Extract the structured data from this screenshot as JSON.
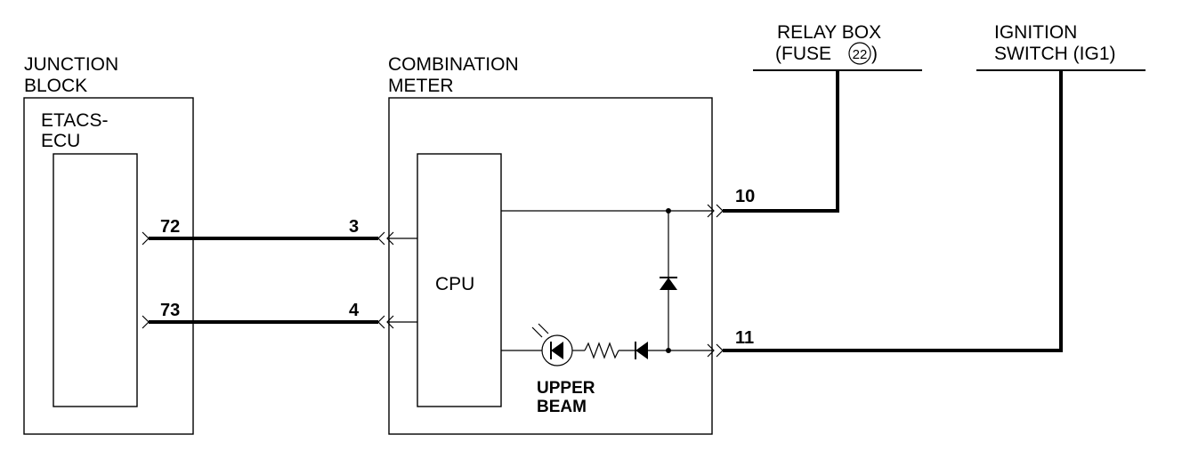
{
  "junction_block": {
    "title_line1": "JUNCTION",
    "title_line2": "BLOCK",
    "ecu_line1": "ETACS-",
    "ecu_line2": "ECU",
    "pins": [
      "72",
      "73"
    ]
  },
  "combination_meter": {
    "title_line1": "COMBINATION",
    "title_line2": "METER",
    "cpu_label": "CPU",
    "pins_left": [
      "3",
      "4"
    ],
    "pins_right": [
      "10",
      "11"
    ],
    "lamp_label_line1": "UPPER",
    "lamp_label_line2": "BEAM"
  },
  "relay_box": {
    "title_line1": "RELAY BOX",
    "title_line2_prefix": "(FUSE ",
    "fuse_number": "22",
    "title_line2_suffix": ")"
  },
  "ignition_switch": {
    "title_line1": "IGNITION",
    "title_line2": "SWITCH (IG1)"
  }
}
